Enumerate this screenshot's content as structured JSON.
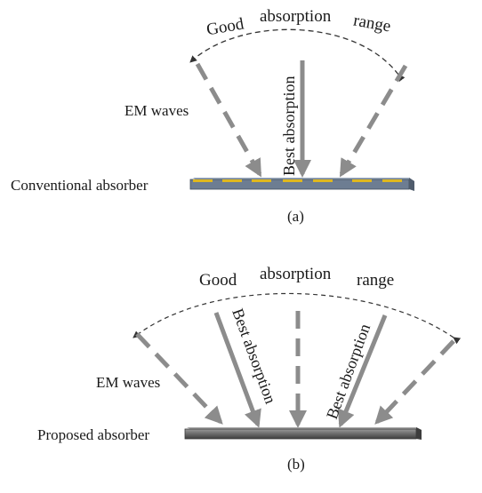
{
  "panel_a": {
    "arc_words": [
      "Good",
      "absorption",
      "range"
    ],
    "wave_label": "EM waves",
    "best_label": "Best absorption",
    "absorber_label": "Conventional absorber",
    "panel_label": "(a)"
  },
  "panel_b": {
    "arc_words": [
      "Good",
      "absorption",
      "range"
    ],
    "wave_label": "EM waves",
    "best_label_left": "Best absorption",
    "best_label_right": "Best absorption",
    "absorber_label": "Proposed absorber",
    "panel_label": "(b)"
  },
  "colors": {
    "ray": "#8c8c8c",
    "arc": "#333333",
    "substrate_a": "#6d7d92",
    "patch_a": "#e0b81e",
    "substrate_b": "#6f6f6f"
  }
}
